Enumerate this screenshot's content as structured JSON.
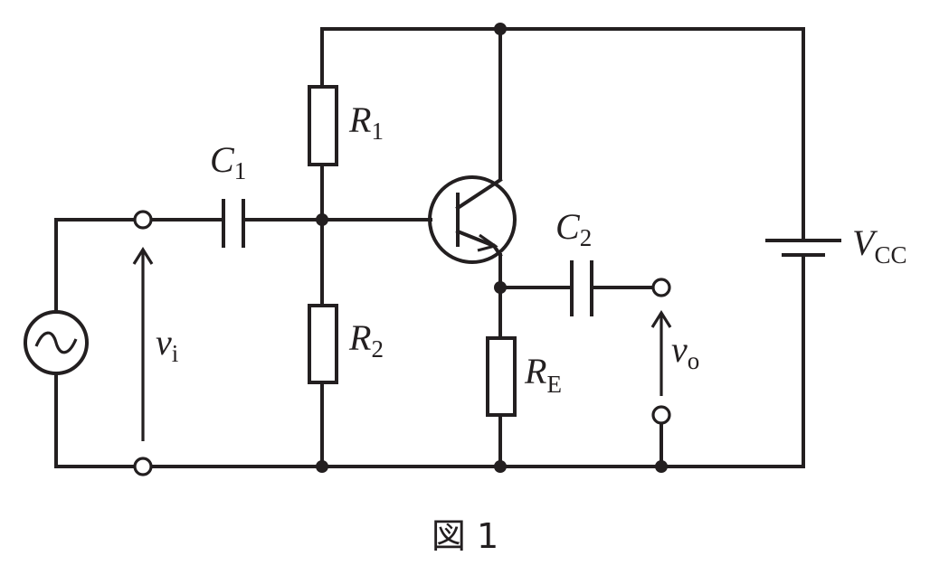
{
  "labels": {
    "C1": {
      "main": "C",
      "sub": "1"
    },
    "C2": {
      "main": "C",
      "sub": "2"
    },
    "R1": {
      "main": "R",
      "sub": "1"
    },
    "R2": {
      "main": "R",
      "sub": "2"
    },
    "RE": {
      "main": "R",
      "sub": "E"
    },
    "VCC": {
      "main": "V",
      "sub": "CC"
    },
    "vi": {
      "main": "v",
      "sub": "i"
    },
    "vo": {
      "main": "v",
      "sub": "o"
    }
  },
  "caption": "図 1"
}
